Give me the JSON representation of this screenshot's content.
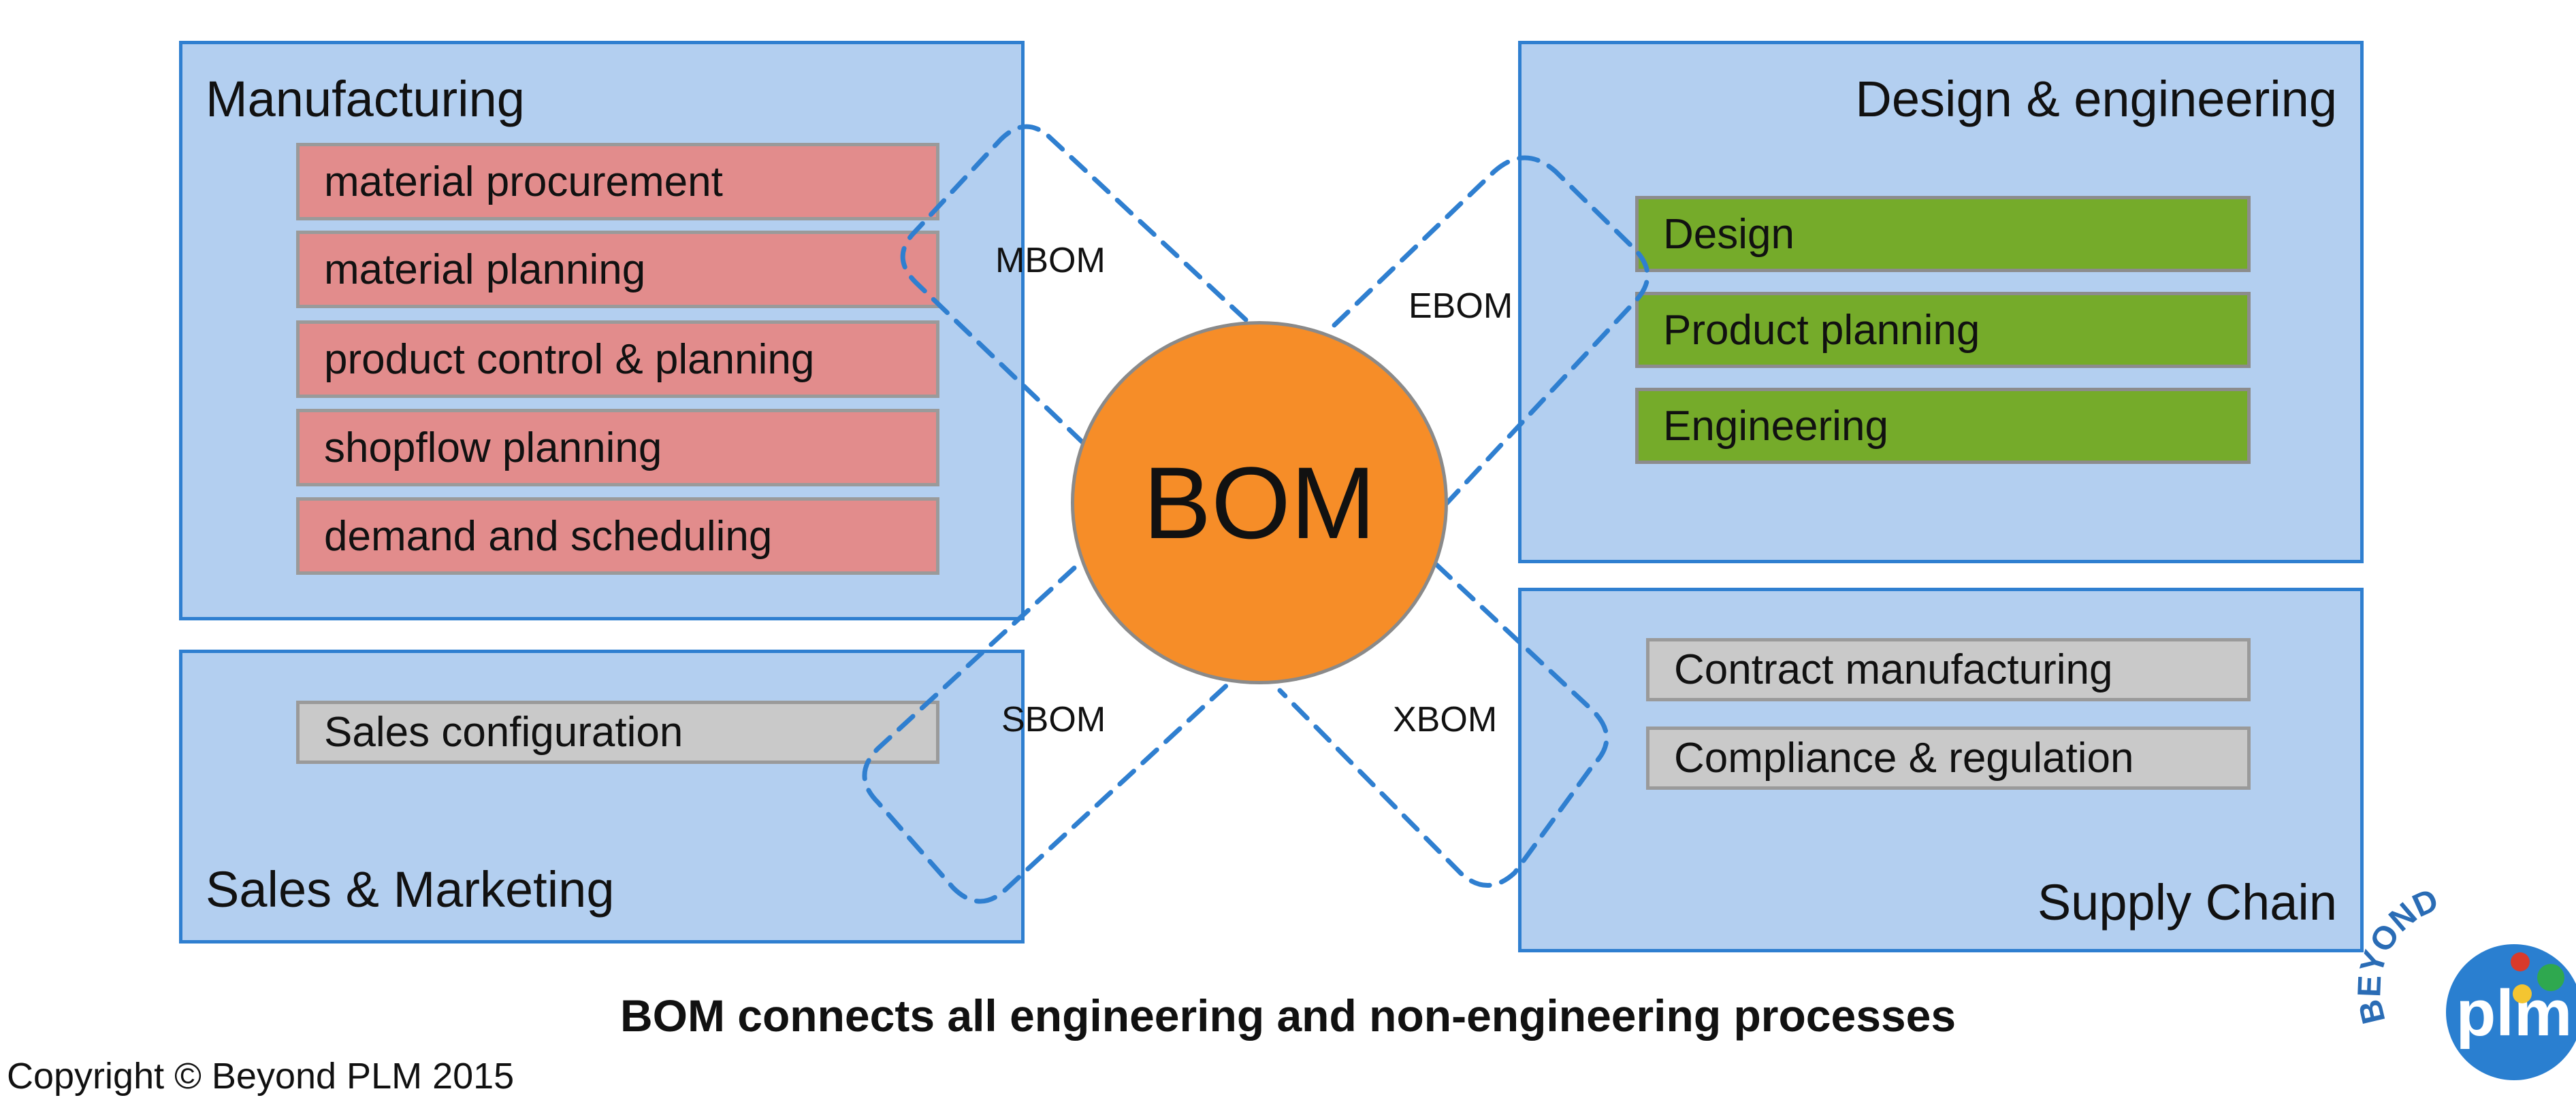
{
  "panels": {
    "manufacturing": {
      "title": "Manufacturing",
      "items": [
        "material procurement",
        "material planning",
        "product control & planning",
        "shopflow planning",
        "demand and scheduling"
      ]
    },
    "design": {
      "title": "Design & engineering",
      "items": [
        "Design",
        "Product planning",
        "Engineering"
      ]
    },
    "sales": {
      "title": "Sales & Marketing",
      "items": [
        "Sales configuration"
      ]
    },
    "supply": {
      "title": "Supply Chain",
      "items": [
        "Contract manufacturing",
        "Compliance & regulation"
      ]
    }
  },
  "center": {
    "label": "BOM"
  },
  "connectors": {
    "mbom": "MBOM",
    "ebom": "EBOM",
    "sbom": "SBOM",
    "xbom": "XBOM"
  },
  "caption": "BOM connects all engineering and non-engineering processes",
  "copyright": "Copyright © Beyond PLM 2015",
  "logo": {
    "top_text": "BEYOND",
    "main_text": "plm"
  },
  "colors": {
    "panel_fill": "#b3cff0",
    "panel_border": "#2f7fd0",
    "manufacturing_item": "#e28c8c",
    "design_item": "#75ab2a",
    "neutral_item": "#c9c9c9",
    "bom_circle": "#f68d28",
    "connector_dash": "#2f7fd0"
  }
}
